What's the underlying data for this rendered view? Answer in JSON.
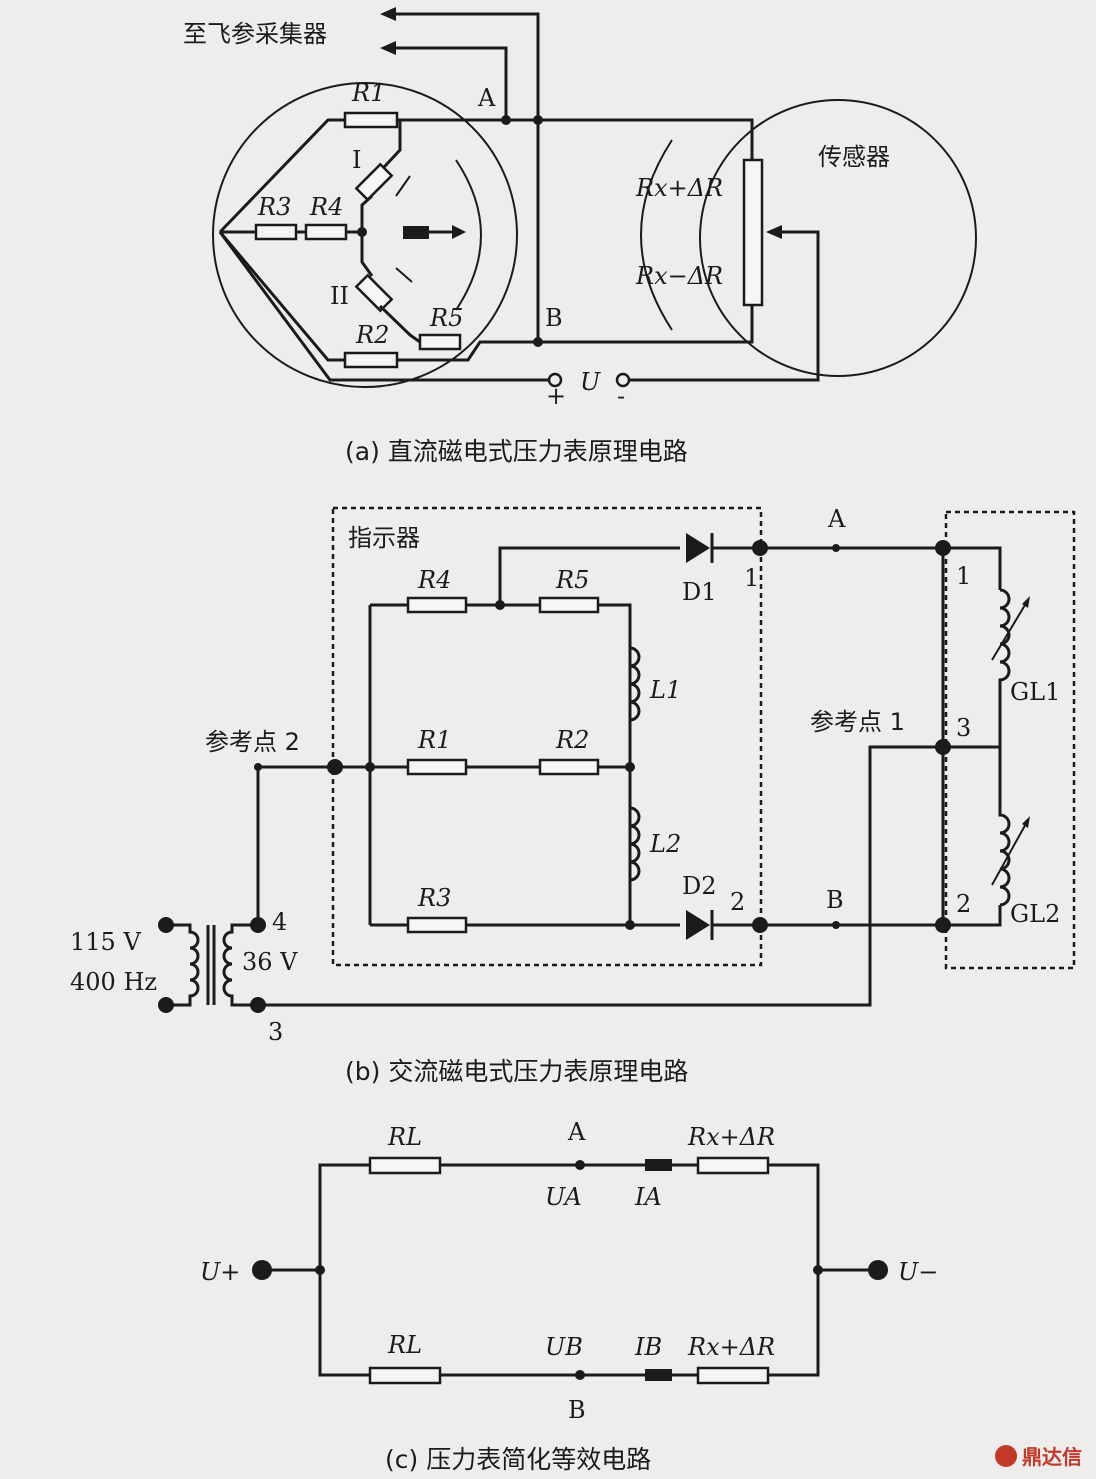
{
  "diagram_a": {
    "to_collector": "至飞参采集器",
    "sensor_label": "传感器",
    "resistors": [
      "R1",
      "R2",
      "R3",
      "R4",
      "R5"
    ],
    "coils": [
      "I",
      "II"
    ],
    "nodes": [
      "A",
      "B"
    ],
    "rx_plus": "Rx+ΔR",
    "rx_minus": "Rx−ΔR",
    "voltage": "U",
    "plus": "+",
    "minus": "-",
    "caption": "(a) 直流磁电式压力表原理电路"
  },
  "diagram_b": {
    "indicator_label": "指示器",
    "resistors": [
      "R4",
      "R5",
      "R1",
      "R2",
      "R3"
    ],
    "inductors": [
      "L1",
      "L2"
    ],
    "diodes": [
      "D1",
      "D2"
    ],
    "ref_point_2": "参考点 2",
    "ref_point_1": "参考点 1",
    "node_A": "A",
    "node_B": "B",
    "terminals": [
      "1",
      "2",
      "1",
      "2",
      "3",
      "3",
      "4"
    ],
    "sensor_coils": [
      "GL1",
      "GL2"
    ],
    "source_voltage": "115 V",
    "source_freq": "400 Hz",
    "secondary_voltage": "36 V",
    "caption": "(b) 交流磁电式压力表原理电路"
  },
  "diagram_c": {
    "rl_top": "RL",
    "rl_bottom": "RL",
    "node_A": "A",
    "node_B": "B",
    "ua": "UA",
    "ub": "UB",
    "ia": "IA",
    "ib": "IB",
    "rx_top": "Rx+ΔR",
    "rx_bottom": "Rx+ΔR",
    "u_plus": "U+",
    "u_minus": "U−",
    "caption": "(c) 压力表简化等效电路"
  },
  "watermark": "鼎达信"
}
